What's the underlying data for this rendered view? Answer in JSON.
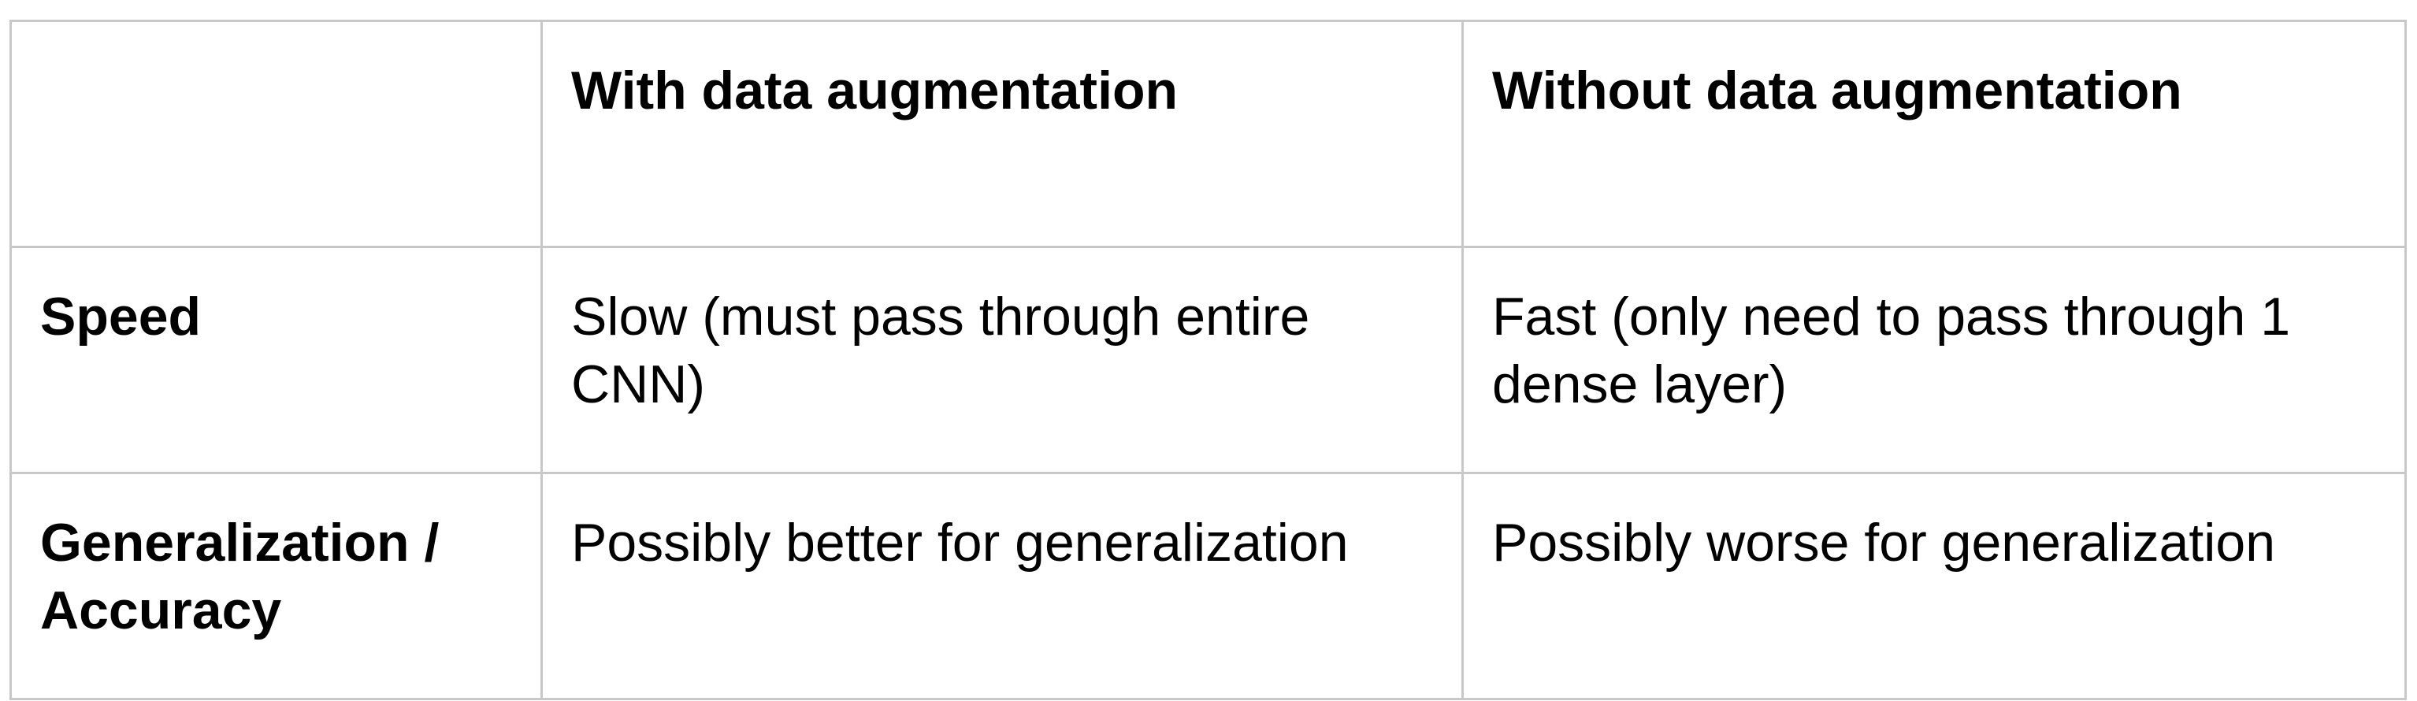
{
  "table": {
    "header": [
      "",
      "With data augmentation",
      "Without data augmentation"
    ],
    "rows": [
      {
        "label": "Speed",
        "with": "Slow (must pass through entire CNN)",
        "without": "Fast (only need to pass through 1 dense layer)"
      },
      {
        "label": "Generalization / Accuracy",
        "with": "Possibly better for generalization",
        "without": "Possibly worse for generalization"
      }
    ],
    "border_color": "#c8c8c8",
    "text_color": "#000000"
  }
}
